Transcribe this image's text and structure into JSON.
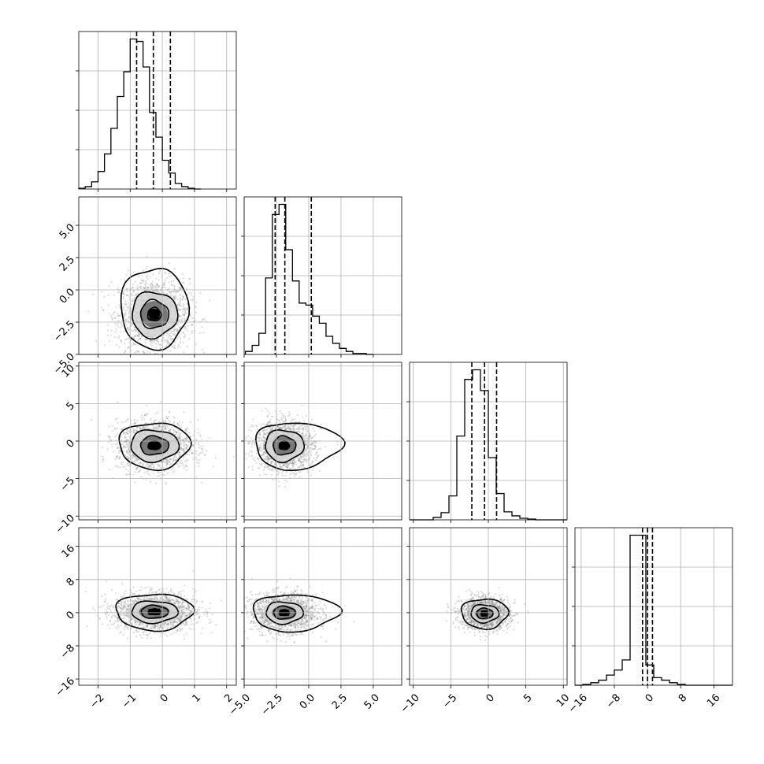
{
  "chart_data": {
    "type": "corner",
    "grid": true,
    "n_params": 4,
    "params": [
      {
        "range": [
          -2.6,
          2.3
        ],
        "ticks": [
          -2,
          -1,
          0,
          1,
          2
        ],
        "tick_labels": [
          "−2",
          "−1",
          "0",
          "1",
          "2"
        ],
        "quantiles": [
          -0.8,
          -0.28,
          0.25
        ],
        "hist": {
          "edges_start": -2.6,
          "bin_width": 0.2,
          "counts": [
            1,
            3,
            9,
            22,
            44,
            76,
            116,
            147,
            188,
            185,
            153,
            96,
            65,
            36,
            20,
            7,
            3,
            1,
            0
          ]
        }
      },
      {
        "range": [
          -5.0,
          7.2
        ],
        "ticks": [
          -5.0,
          -2.5,
          0.0,
          2.5,
          5.0
        ],
        "tick_labels": [
          "−5.0",
          "−2.5",
          "0.0",
          "2.5",
          "5.0"
        ],
        "quantiles": [
          -2.6,
          -1.85,
          0.2
        ],
        "hist": {
          "edges_start": -4.9,
          "bin_width": 0.52,
          "counts": [
            3,
            9,
            21,
            76,
            139,
            149,
            104,
            73,
            51,
            49,
            38,
            31,
            18,
            11,
            6,
            3,
            1,
            1,
            0
          ]
        }
      },
      {
        "range": [
          -10.5,
          10.5
        ],
        "ticks": [
          -10,
          -5,
          0,
          5,
          10
        ],
        "tick_labels": [
          "−10",
          "−5",
          "0",
          "5",
          "10"
        ],
        "quantiles": [
          -2.2,
          -0.5,
          1.1
        ],
        "hist": {
          "edges_start": -10.5,
          "bin_width": 1.05,
          "counts": [
            0,
            0,
            0,
            3,
            9,
            30,
            105,
            176,
            188,
            162,
            78,
            33,
            10,
            5,
            2,
            1,
            0,
            0,
            0,
            0
          ]
        }
      },
      {
        "range": [
          -17.5,
          20.5
        ],
        "ticks": [
          -16,
          -8,
          0,
          8,
          16
        ],
        "tick_labels": [
          "−16",
          "−8",
          "0",
          "8",
          "16"
        ],
        "quantiles": [
          -1.2,
          0.0,
          1.2
        ],
        "hist": {
          "edges_start": -17.5,
          "bin_width": 1.9,
          "counts": [
            0,
            1,
            3,
            6,
            12,
            18,
            30,
            178,
            178,
            24,
            9,
            6,
            3,
            1,
            0,
            0,
            0,
            0,
            0,
            0
          ]
        }
      }
    ],
    "pairs": [
      {
        "row": 1,
        "col": 0,
        "center": [
          -0.25,
          -1.9
        ],
        "sd": [
          0.52,
          1.3
        ],
        "contour_scales": [
          1.0,
          0.68,
          0.42,
          0.2
        ],
        "upper_extent_y": 1.8
      },
      {
        "row": 2,
        "col": 0,
        "center": [
          -0.25,
          -0.6
        ],
        "sd": [
          0.55,
          1.55
        ],
        "contour_scales": [
          1.0,
          0.68,
          0.4,
          0.18
        ]
      },
      {
        "row": 2,
        "col": 1,
        "center": [
          -1.9,
          -0.6
        ],
        "sd": [
          1.1,
          1.55
        ],
        "contour_scales": [
          1.0,
          0.68,
          0.4,
          0.18
        ],
        "right_extent_x": 2.6
      },
      {
        "row": 3,
        "col": 0,
        "center": [
          -0.25,
          0.2
        ],
        "sd": [
          0.6,
          2.2
        ],
        "contour_scales": [
          1.0,
          0.6,
          0.35,
          0.16
        ]
      },
      {
        "row": 3,
        "col": 1,
        "center": [
          -1.9,
          0.0
        ],
        "sd": [
          1.2,
          2.2
        ],
        "contour_scales": [
          1.0,
          0.6,
          0.35,
          0.16
        ],
        "right_extent_x": 2.4
      },
      {
        "row": 3,
        "col": 2,
        "center": [
          -0.5,
          -0.2
        ],
        "sd": [
          1.55,
          1.8
        ],
        "contour_scales": [
          1.0,
          0.6,
          0.35,
          0.16
        ]
      }
    ],
    "colors": {
      "hist_line": "#000000",
      "quantile_line": "#000000",
      "grid": "#b0b0b0",
      "scatter": "#808080",
      "contour": "#000000",
      "fill_dark": "#111111",
      "fill_mid": "#6e6e6e",
      "fill_light": "#d6d6d6"
    }
  }
}
